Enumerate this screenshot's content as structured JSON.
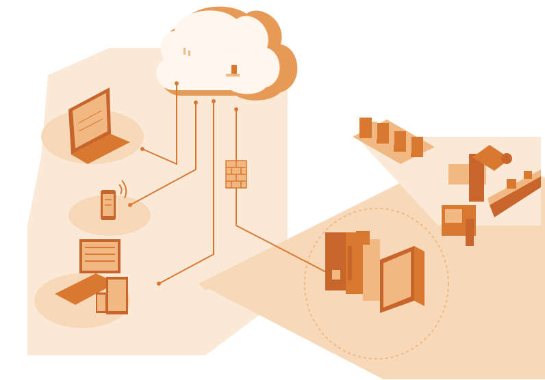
{
  "diagram": {
    "colors": {
      "accent": "#d9782f",
      "accent_dark": "#c8652a",
      "accent_light": "#f2b883",
      "floor": "#f7d8b8",
      "floor_soft": "#fbe9d8",
      "cloud_fill": "#fff6ee",
      "cloud_shadow": "#e79a56",
      "bg": "#ffffff"
    },
    "nodes": [
      {
        "name": "cloud",
        "icon": "cloud-icon"
      },
      {
        "name": "laptop",
        "icon": "laptop-icon"
      },
      {
        "name": "smartphone",
        "icon": "smartphone-icon"
      },
      {
        "name": "desktop-and-tablet",
        "icon": "monitor-tablet-icon"
      },
      {
        "name": "firewall",
        "icon": "brick-wall-icon"
      },
      {
        "name": "controller-rack",
        "icon": "plc-controller-icon"
      },
      {
        "name": "hmi-panel",
        "icon": "hmi-screen-icon"
      },
      {
        "name": "robot-arm",
        "icon": "robot-arm-icon"
      },
      {
        "name": "conveyor-workstations",
        "icon": "conveyor-icon"
      }
    ]
  }
}
